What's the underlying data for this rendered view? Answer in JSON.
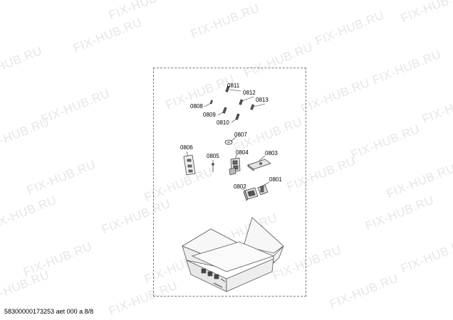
{
  "watermark": "FIX-HUB.RU",
  "parts": {
    "p0811": "0811",
    "p0812": "0812",
    "p0813": "0813",
    "p0808": "0808",
    "p0809": "0809",
    "p0810": "0810",
    "p0807": "0807",
    "p0806": "0806",
    "p0805": "0805",
    "p0804": "0804",
    "p0803": "0803",
    "p0802": "0802",
    "p0801": "0801"
  },
  "footer_text": "58300000173253 aet 000 a 8/8"
}
